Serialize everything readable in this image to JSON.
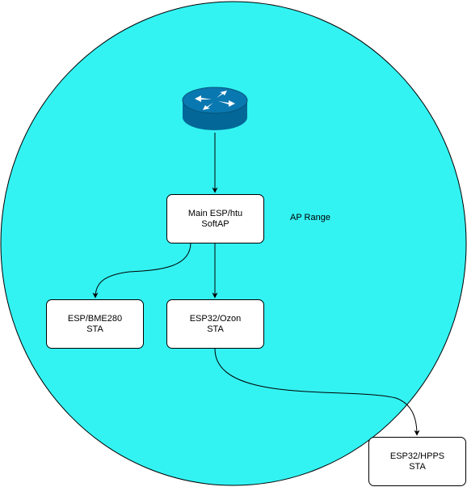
{
  "diagram": {
    "area_label": "AP Range",
    "colors": {
      "range_fill": "#33F2F2",
      "router_fill": "#036897",
      "router_top": "#0A78B0",
      "stroke": "#000000",
      "node_fill": "#FFFFFF"
    },
    "router": {
      "icon": "router-icon"
    },
    "nodes": {
      "main": {
        "line1": "Main ESP/htu",
        "line2": "SoftAP"
      },
      "bme280": {
        "line1": "ESP/BME280",
        "line2": "STA"
      },
      "ozon": {
        "line1": "ESP32/Ozon",
        "line2": "STA"
      },
      "hpps": {
        "line1": "ESP32/HPPS",
        "line2": "STA"
      }
    }
  }
}
